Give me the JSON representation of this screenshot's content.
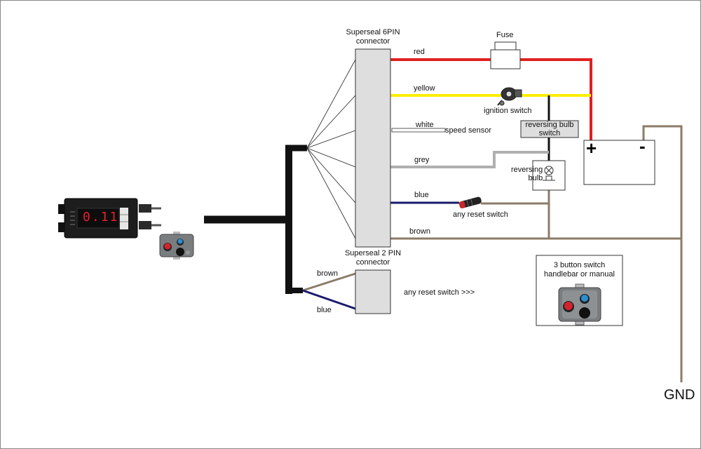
{
  "connectors": {
    "six_pin_title": "Superseal 6PIN",
    "six_pin_sub": "connector",
    "two_pin_title": "Superseal 2 PIN",
    "two_pin_sub": "connector"
  },
  "wires": {
    "red": "red",
    "yellow": "yellow",
    "white": "white",
    "grey": "grey",
    "blue": "blue",
    "brown": "brown",
    "brown2": "brown",
    "blue2": "blue"
  },
  "components": {
    "fuse": "Fuse",
    "ignition_switch": "ignition switch",
    "speed_sensor": "speed sensor",
    "reversing_switch_line1": "reversing bulb",
    "reversing_switch_line2": "switch",
    "reversing_bulb_line1": "reversing",
    "reversing_bulb_line2": "bulb",
    "any_reset_switch": "any reset switch",
    "any_reset_switch_arrow": "any reset switch >>>",
    "battery_plus": "+",
    "battery_minus": "-",
    "gnd": "GND"
  },
  "button_switch": {
    "line1": "3 button switch",
    "line2": "handlebar or manual"
  },
  "device_display": {
    "reading": "0.11"
  },
  "colors": {
    "red_wire": "#e02020",
    "yellow_wire": "#ffee00",
    "grey_wire": "#b0b0b0",
    "blue_wire": "#1a1a6e",
    "brown_wire": "#8b7b68",
    "connector_fill": "#dedede",
    "display_digits": "#e8202a"
  }
}
